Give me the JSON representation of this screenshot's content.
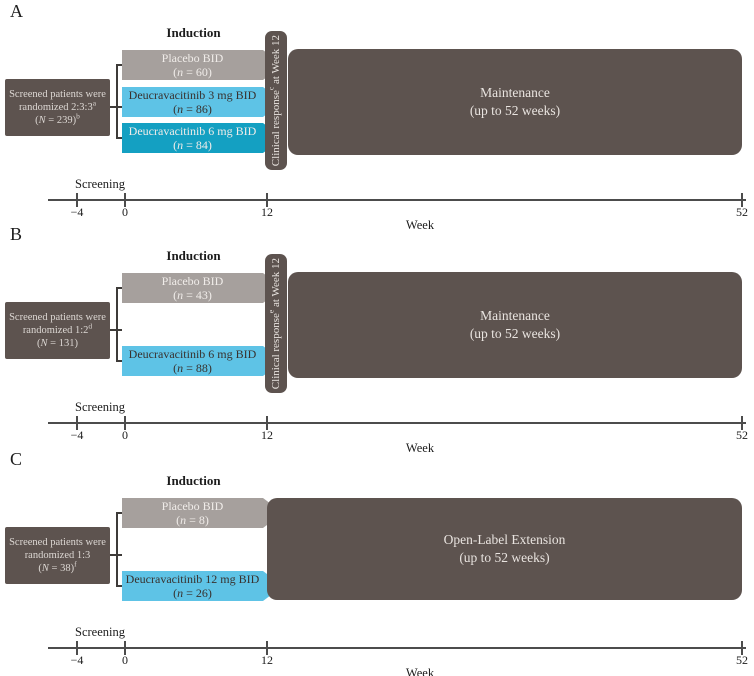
{
  "colors": {
    "dark_box": "#5d534f",
    "placebo_gray": "#a6a09d",
    "light_blue": "#5ec3e6",
    "teal": "#14a0c2",
    "light_text": "#f0ece9",
    "dark_text": "#38322f",
    "axis": "#4c4c4c"
  },
  "panels": [
    {
      "label": "A",
      "induction": "Induction",
      "screen_box": {
        "line1": "Screened patients were",
        "line2": "randomized 2:3:3",
        "line2_sup": "a",
        "line3_open": "(",
        "line3_var": "N",
        "line3_rest": " = 239)",
        "line3_sup": "b"
      },
      "arms": [
        {
          "label": "Placebo BID",
          "n_open": "(",
          "n_var": "n",
          "n_rest": " = 60)",
          "fill": "#a6a09d",
          "text": "#f0ece9"
        },
        {
          "label": "Deucravacitinib 3 mg BID",
          "n_open": "(",
          "n_var": "n",
          "n_rest": " = 86)",
          "fill": "#5ec3e6",
          "text": "#38322f"
        },
        {
          "label": "Deucravacitinib 6 mg BID",
          "n_open": "(",
          "n_var": "n",
          "n_rest": " = 84)",
          "fill": "#14a0c2",
          "text": "#f0ece9"
        }
      ],
      "response_bar": {
        "pre": "Clinical response",
        "sup": "c",
        "post": " at Week 12"
      },
      "main_box": {
        "title": "Maintenance",
        "subtitle": "(up to 52 weeks)"
      },
      "timeline": {
        "screening": "Screening",
        "week": "Week",
        "ticks": [
          "−4",
          "0",
          "12",
          "52"
        ]
      }
    },
    {
      "label": "B",
      "induction": "Induction",
      "screen_box": {
        "line1": "Screened patients were",
        "line2": "randomized 1:2",
        "line2_sup": "d",
        "line3_open": "(",
        "line3_var": "N",
        "line3_rest": " = 131)",
        "line3_sup": ""
      },
      "arms": [
        {
          "label": "Placebo BID",
          "n_open": "(",
          "n_var": "n",
          "n_rest": " = 43)",
          "fill": "#a6a09d",
          "text": "#f0ece9"
        },
        {
          "label": "Deucravacitinib 6 mg BID",
          "n_open": "(",
          "n_var": "n",
          "n_rest": " = 88)",
          "fill": "#5ec3e6",
          "text": "#38322f"
        }
      ],
      "response_bar": {
        "pre": "Clinical response",
        "sup": "e",
        "post": " at Week 12"
      },
      "main_box": {
        "title": "Maintenance",
        "subtitle": "(up to 52 weeks)"
      },
      "timeline": {
        "screening": "Screening",
        "week": "Week",
        "ticks": [
          "−4",
          "0",
          "12",
          "52"
        ]
      }
    },
    {
      "label": "C",
      "induction": "Induction",
      "screen_box": {
        "line1": "Screened patients were",
        "line2": "randomized 1:3",
        "line2_sup": "",
        "line3_open": "(",
        "line3_var": "N",
        "line3_rest": " = 38)",
        "line3_sup": "f"
      },
      "arms": [
        {
          "label": "Placebo BID",
          "n_open": "(",
          "n_var": "n",
          "n_rest": " = 8)",
          "fill": "#a6a09d",
          "text": "#f0ece9"
        },
        {
          "label": "Deucravacitinib 12 mg BID",
          "n_open": "(",
          "n_var": "n",
          "n_rest": " = 26)",
          "fill": "#5ec3e6",
          "text": "#38322f"
        }
      ],
      "main_box": {
        "title": "Open-Label Extension",
        "subtitle": "(up to 52 weeks)"
      },
      "timeline": {
        "screening": "Screening",
        "week": "Week",
        "ticks": [
          "−4",
          "0",
          "12",
          "52"
        ]
      }
    }
  ]
}
